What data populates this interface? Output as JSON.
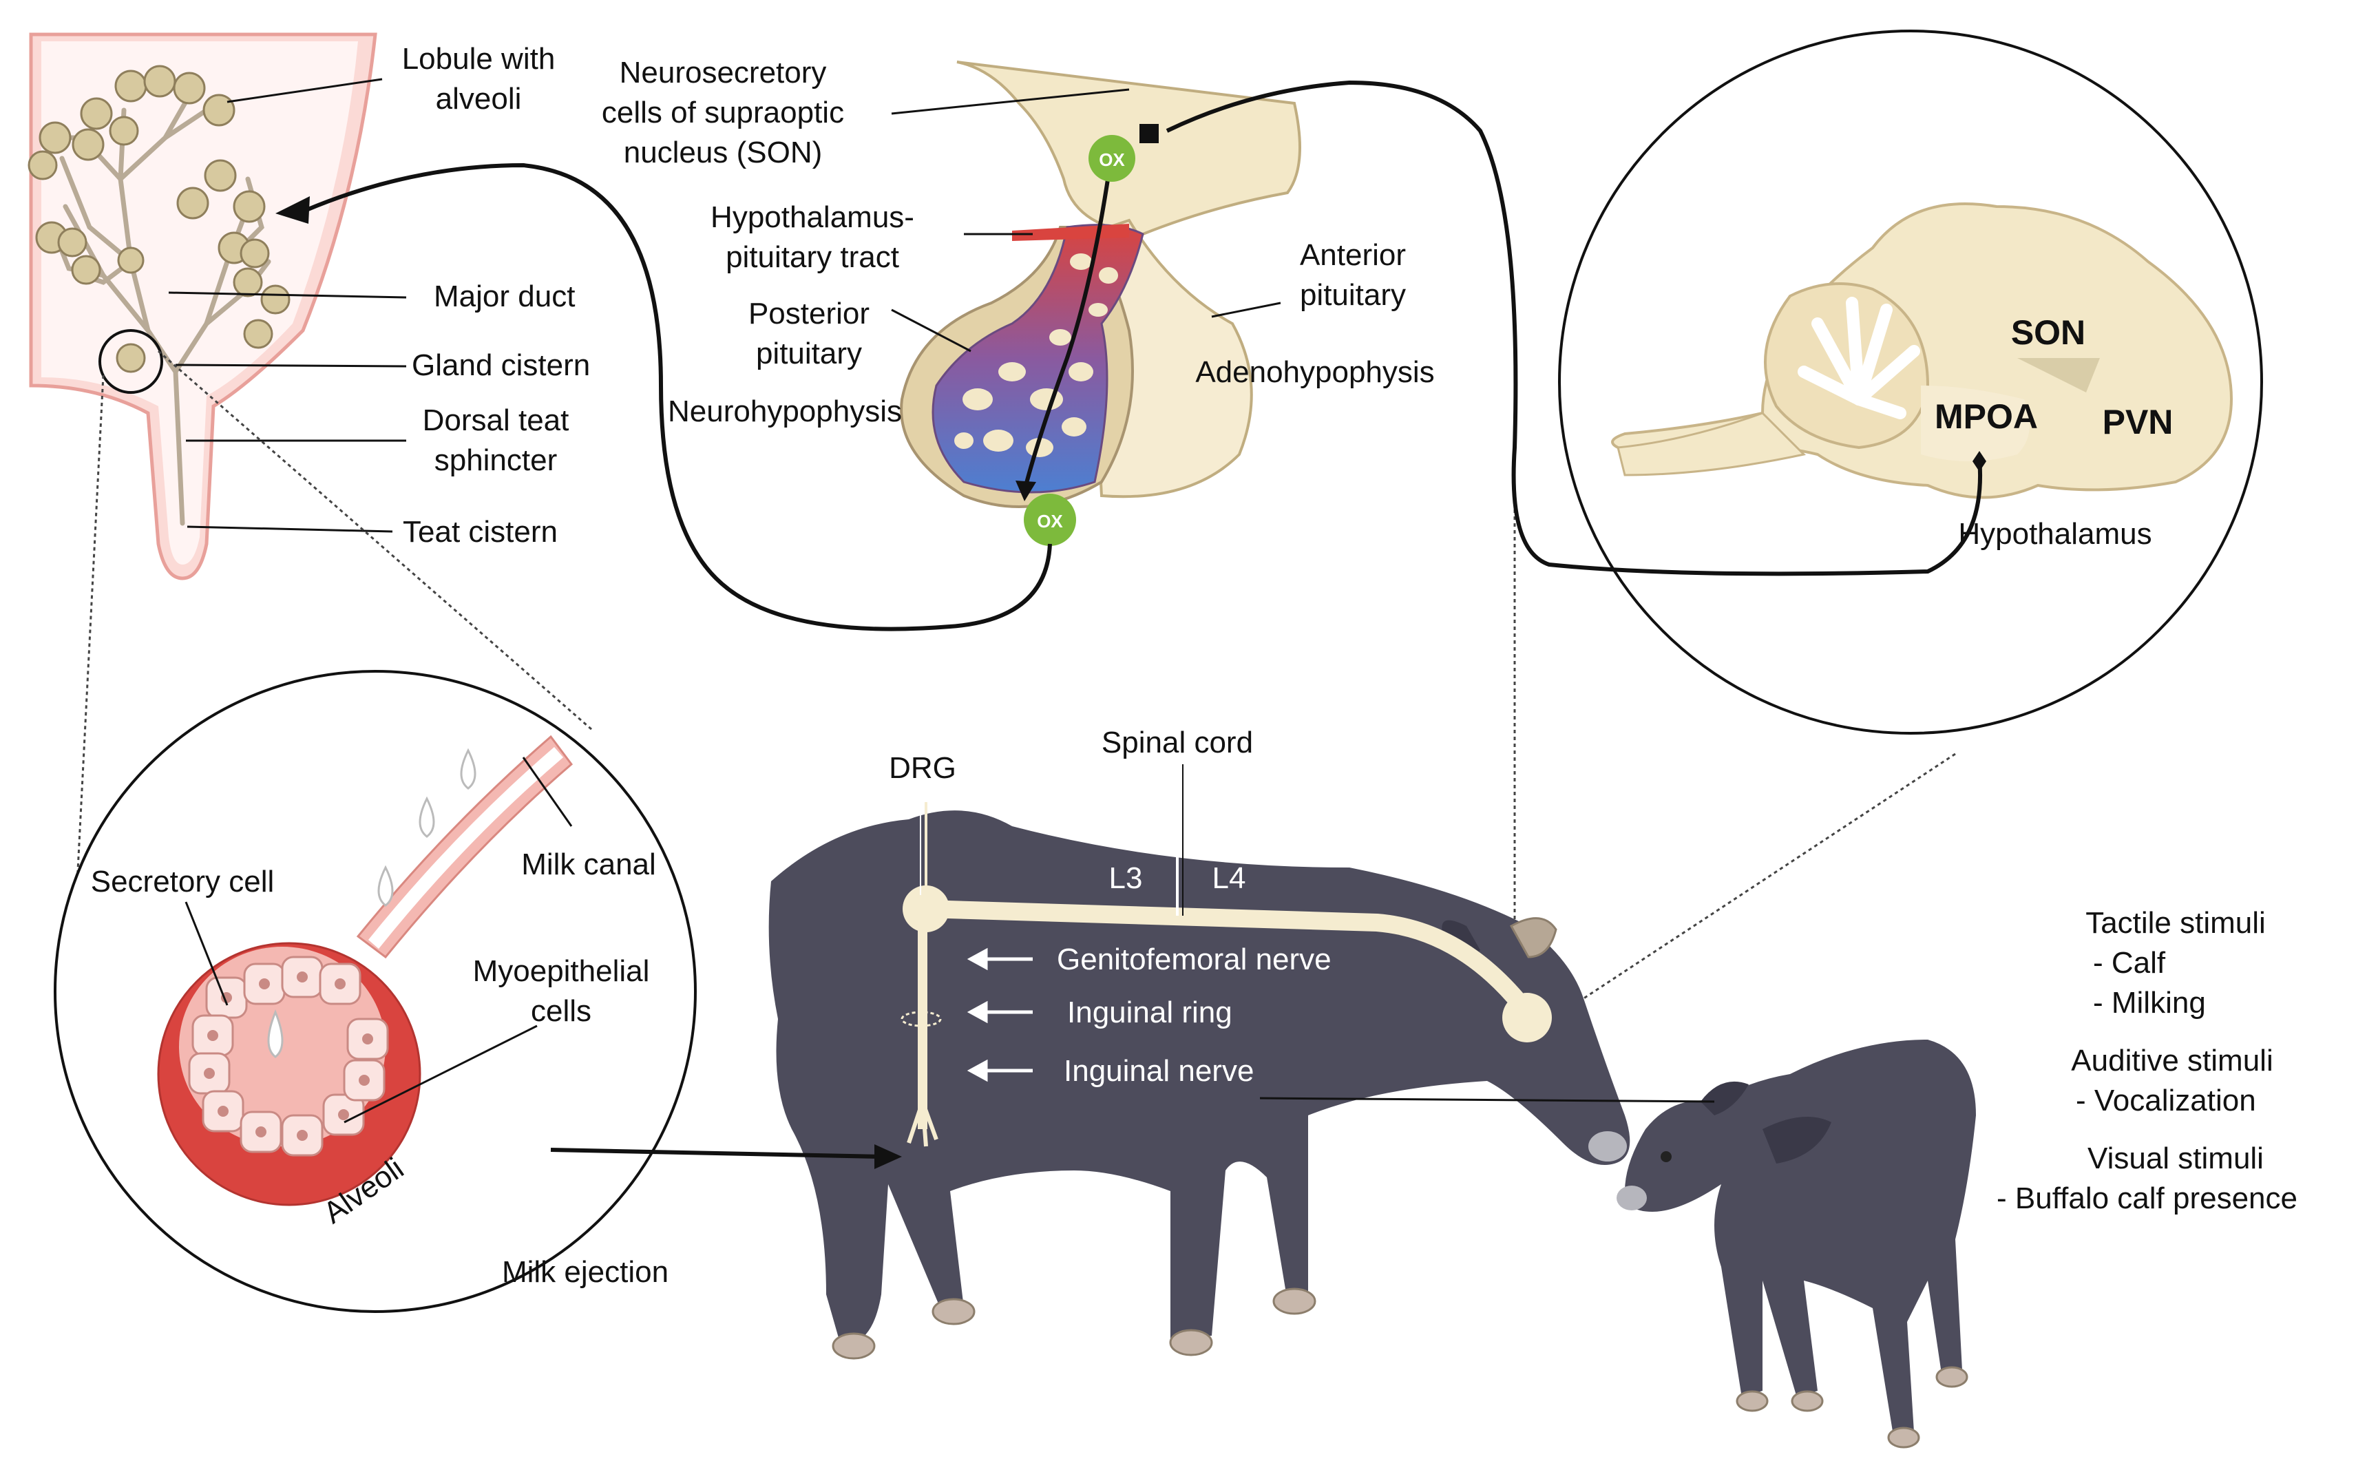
{
  "udder": {
    "lobule_line1": "Lobule with",
    "lobule_line2": "alveoli",
    "major_duct": "Major duct",
    "gland_cistern": "Gland cistern",
    "dorsal_line1": "Dorsal teat",
    "dorsal_line2": "sphincter",
    "teat_cistern": "Teat cistern"
  },
  "pituitary": {
    "neuro_line1": "Neurosecretory",
    "neuro_line2": "cells of supraoptic",
    "neuro_line3": "nucleus (SON)",
    "tract_line1": "Hypothalamus-",
    "tract_line2": "pituitary tract",
    "posterior_line1": "Posterior",
    "posterior_line2": "pituitary",
    "neurohypophysis": "Neurohypophysis",
    "anterior_line1": "Anterior",
    "anterior_line2": "pituitary",
    "adenohypophysis": "Adenohypophysis",
    "ox_label": "OX"
  },
  "brain": {
    "son": "SON",
    "mpoa": "MPOA",
    "pvn": "PVN",
    "hypothalamus": "Hypothalamus"
  },
  "alveoli": {
    "secretory_cell": "Secretory cell",
    "milk_canal": "Milk canal",
    "myo_line1": "Myoepithelial",
    "myo_line2": "cells",
    "alveoli": "Alveoli"
  },
  "pathway": {
    "milk_ejection": "Milk ejection",
    "drg": "DRG",
    "spinal_cord": "Spinal cord",
    "l3": "L3",
    "l4": "L4",
    "genitofemoral": "Genitofemoral nerve",
    "inguinal_ring": "Inguinal ring",
    "inguinal_nerve": "Inguinal nerve"
  },
  "stimuli": {
    "tactile": "Tactile stimuli",
    "calf": "-   Calf",
    "milking": "-   Milking",
    "auditive": "Auditive stimuli",
    "vocalization": "-   Vocalization",
    "visual": "Visual stimuli",
    "buffalo": "-   Buffalo calf presence"
  },
  "colors": {
    "buffalo_body": "#4d4c5c",
    "nerve": "#f5ecd0",
    "brain_fill": "#f3e8c8",
    "oxytocin": "#7dba3c",
    "udder_pink": "#fbdad6",
    "alveoli_red": "#d9443f"
  }
}
